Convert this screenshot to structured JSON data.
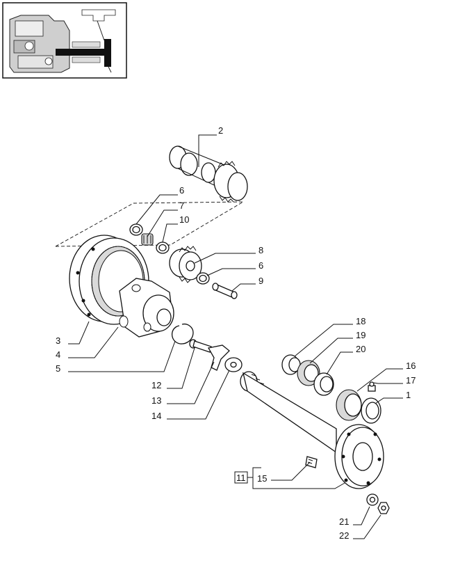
{
  "diagram": {
    "thumbnail_icon": "drivetrain-thumbnail",
    "labels": {
      "l1": "1",
      "l2": "2",
      "l3": "3",
      "l4": "4",
      "l5": "5",
      "l6a": "6",
      "l6b": "6",
      "l7": "7",
      "l8": "8",
      "l9": "9",
      "l10": "10",
      "l12": "12",
      "l13": "13",
      "l14": "14",
      "l15": "15",
      "l16": "16",
      "l17": "17",
      "l18": "18",
      "l19": "19",
      "l20": "20",
      "l21": "21",
      "l22": "22"
    },
    "boxed_label": "11"
  }
}
